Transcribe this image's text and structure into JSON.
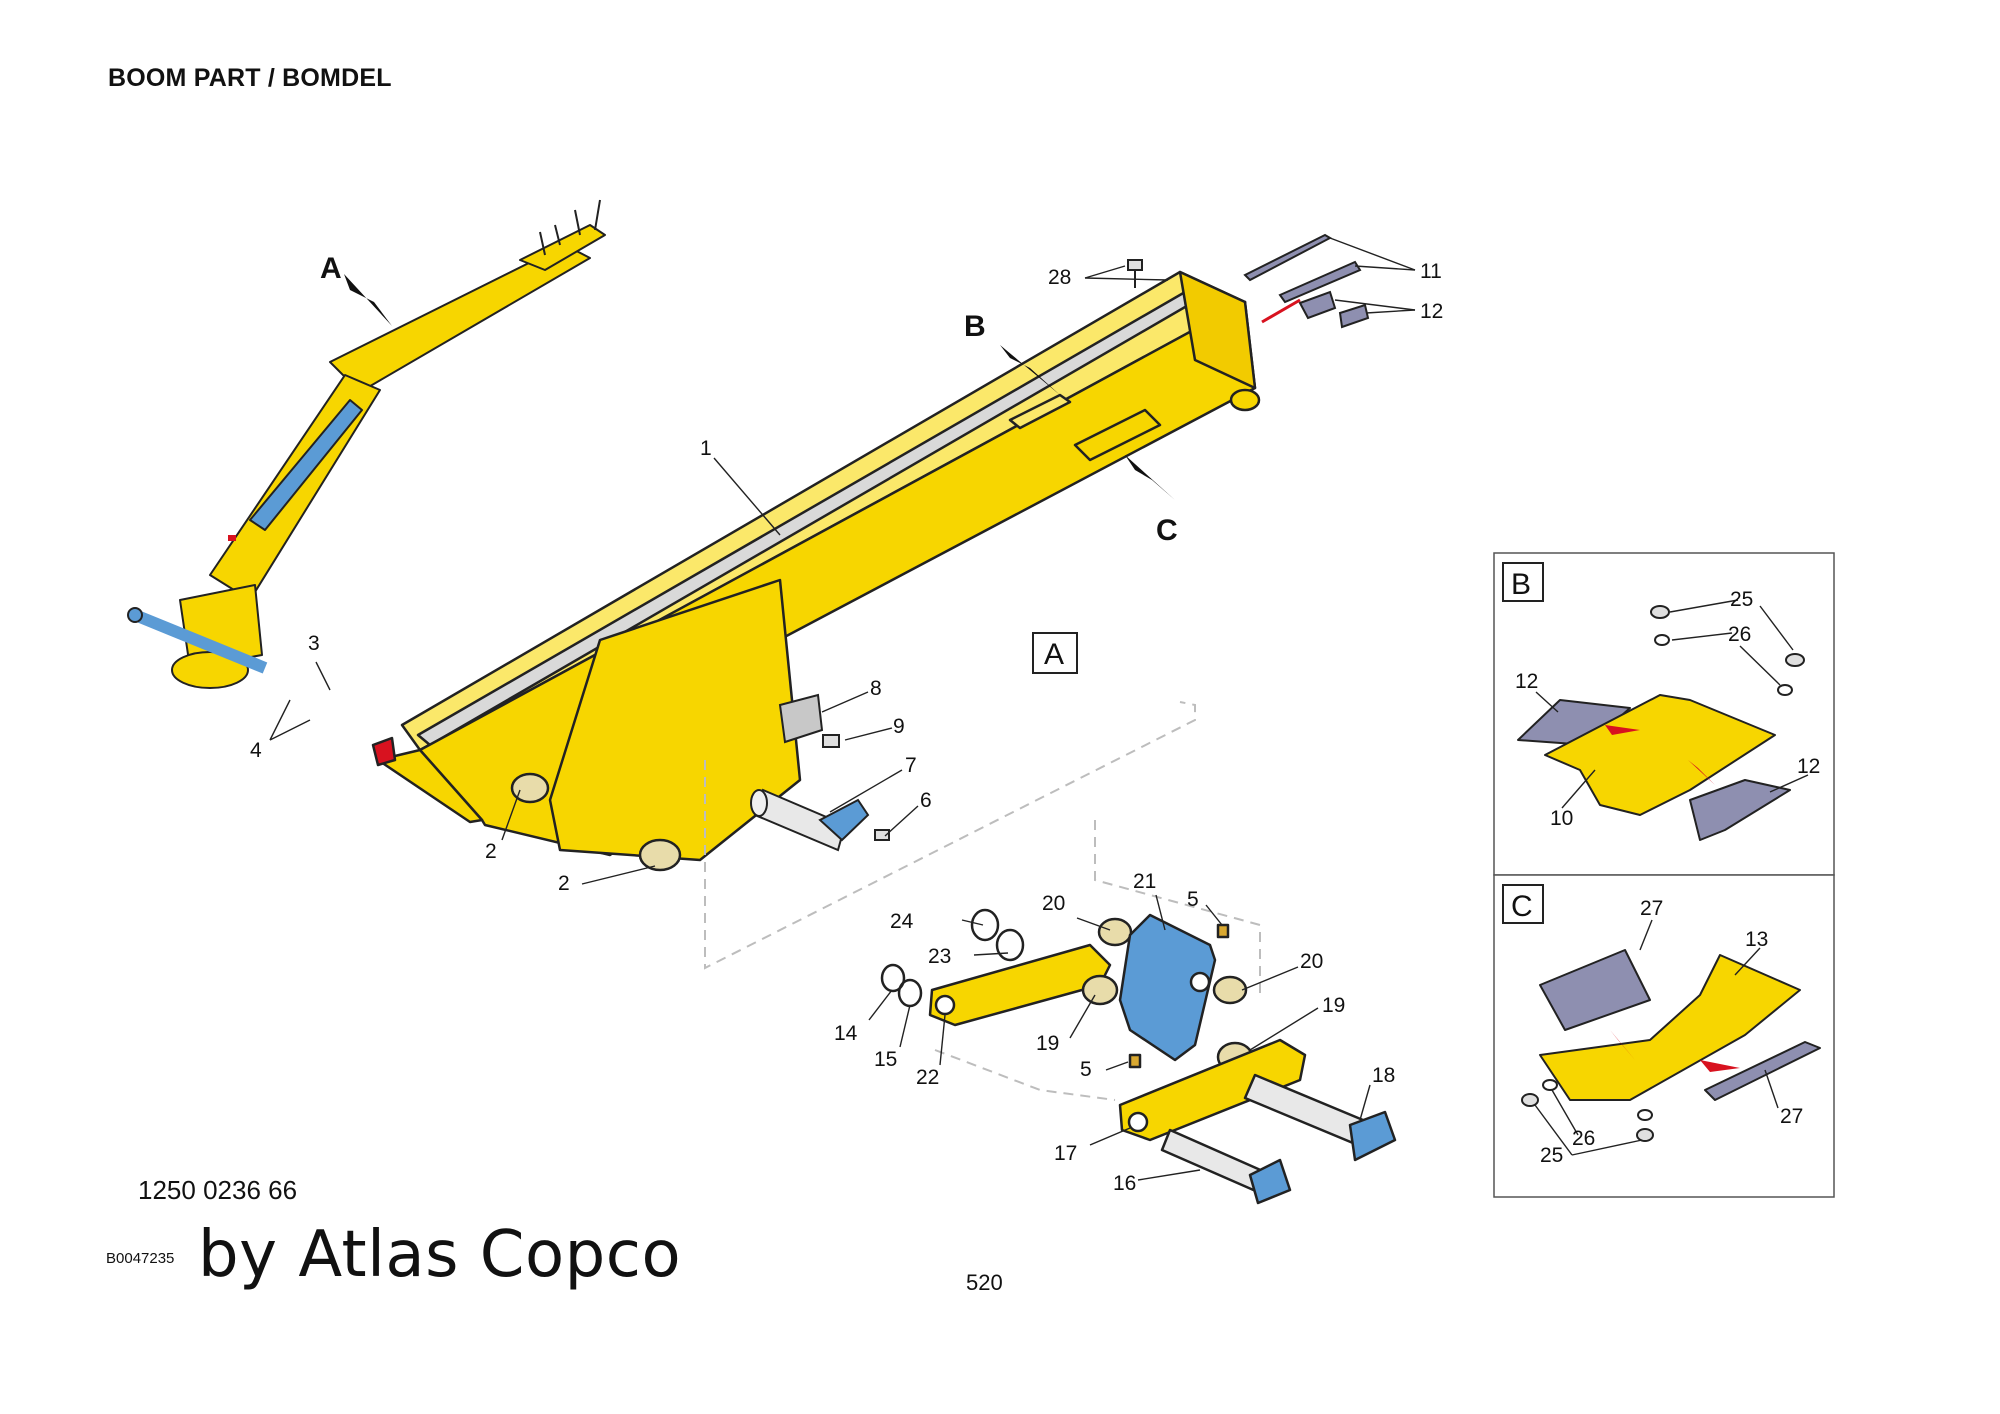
{
  "header": {
    "title": "BOOM PART / BOMDEL"
  },
  "footer": {
    "part_number": "1250 0236 66",
    "doc_code": "B0047235",
    "watermark": "by Atlas Copco",
    "page_number": "520"
  },
  "views": {
    "arrow_a": "A",
    "arrow_b": "B",
    "arrow_c": "C",
    "detail_a": "A",
    "detail_b": "B",
    "detail_c": "C"
  },
  "callouts": {
    "c1": "1",
    "c2a": "2",
    "c2b": "2",
    "c3": "3",
    "c4": "4",
    "c5a": "5",
    "c5b": "5",
    "c6": "6",
    "c7": "7",
    "c8": "8",
    "c9": "9",
    "c11": "11",
    "c12": "12",
    "c14": "14",
    "c15": "15",
    "c16": "16",
    "c17": "17",
    "c18": "18",
    "c19a": "19",
    "c19b": "19",
    "c20a": "20",
    "c20b": "20",
    "c21": "21",
    "c22": "22",
    "c23": "23",
    "c24": "24",
    "c28": "28",
    "b25": "25",
    "b26": "26",
    "b12a": "12",
    "b12b": "12",
    "b10": "10",
    "c27a": "27",
    "c13": "13",
    "c27b": "27",
    "c26": "26",
    "c25": "25"
  },
  "colors": {
    "boom_yellow": "#f7d600",
    "bracket_blue": "#5b9bd5",
    "plate_grey": "#8e8fb0",
    "outline": "#222222",
    "accent_red": "#d8121f"
  }
}
